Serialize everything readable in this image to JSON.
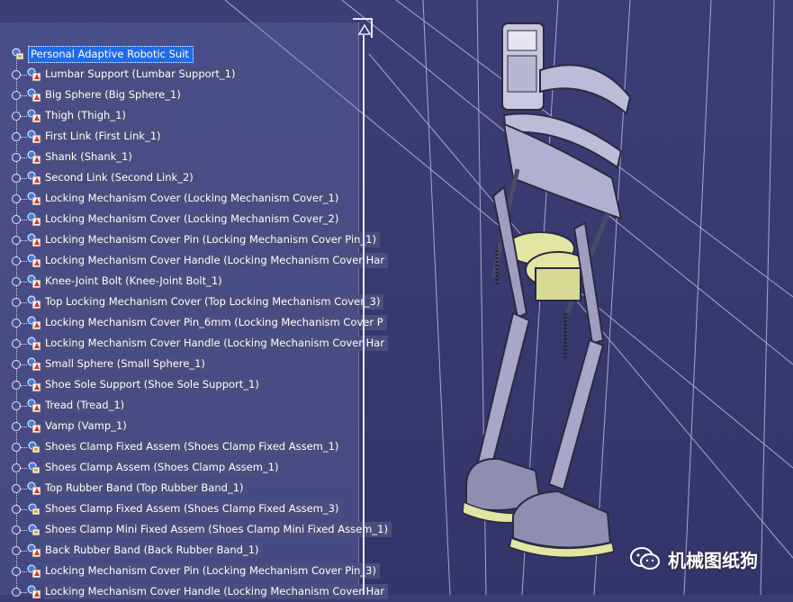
{
  "tree": {
    "root": {
      "label": "Personal Adaptive Robotic Suit",
      "icon": "product-icon"
    },
    "items": [
      {
        "label": "Lumbar Support (Lumbar Support_1)",
        "icon": "part-icon"
      },
      {
        "label": "Big Sphere (Big Sphere_1)",
        "icon": "part-icon"
      },
      {
        "label": "Thigh (Thigh_1)",
        "icon": "part-icon"
      },
      {
        "label": "First Link (First Link_1)",
        "icon": "part-icon"
      },
      {
        "label": "Shank (Shank_1)",
        "icon": "part-icon"
      },
      {
        "label": "Second Link (Second Link_2)",
        "icon": "part-icon"
      },
      {
        "label": "Locking Mechanism Cover (Locking Mechanism Cover_1)",
        "icon": "part-icon"
      },
      {
        "label": "Locking Mechanism Cover (Locking Mechanism Cover_2)",
        "icon": "part-icon"
      },
      {
        "label": "Locking Mechanism Cover Pin (Locking Mechanism Cover Pin_1)",
        "icon": "part-icon"
      },
      {
        "label": "Locking Mechanism Cover Handle (Locking Mechanism Cover Har",
        "icon": "part-icon"
      },
      {
        "label": "Knee-Joint Bolt (Knee-Joint Bolt_1)",
        "icon": "part-icon"
      },
      {
        "label": "Top Locking Mechanism Cover (Top Locking Mechanism Cover_3)",
        "icon": "part-icon"
      },
      {
        "label": "Locking Mechanism Cover Pin_6mm (Locking Mechanism Cover P",
        "icon": "part-icon"
      },
      {
        "label": "Locking Mechanism Cover Handle (Locking Mechanism Cover Har",
        "icon": "part-icon"
      },
      {
        "label": "Small Sphere (Small Sphere_1)",
        "icon": "part-icon"
      },
      {
        "label": "Shoe Sole Support (Shoe Sole Support_1)",
        "icon": "part-icon"
      },
      {
        "label": "Tread (Tread_1)",
        "icon": "part-icon"
      },
      {
        "label": "Vamp (Vamp_1)",
        "icon": "part-icon"
      },
      {
        "label": "Shoes Clamp Fixed Assem (Shoes Clamp Fixed Assem_1)",
        "icon": "product-icon"
      },
      {
        "label": "Shoes Clamp Assem (Shoes Clamp Assem_1)",
        "icon": "product-icon"
      },
      {
        "label": "Top Rubber Band (Top Rubber Band_1)",
        "icon": "part-icon"
      },
      {
        "label": "Shoes Clamp Fixed Assem (Shoes Clamp Fixed Assem_3)",
        "icon": "product-icon"
      },
      {
        "label": "Shoes Clamp Mini Fixed Assem (Shoes Clamp Mini Fixed Assem_1)",
        "icon": "product-icon"
      },
      {
        "label": "Back Rubber Band (Back Rubber Band_1)",
        "icon": "part-icon"
      },
      {
        "label": "Locking Mechanism Cover Pin (Locking Mechanism Cover Pin_3)",
        "icon": "part-icon"
      },
      {
        "label": "Locking Mechanism Cover Handle (Locking Mechanism Cover Har",
        "icon": "part-icon"
      }
    ]
  },
  "watermark": {
    "text": "机械图纸狗",
    "icon": "wechat-icon"
  },
  "colors": {
    "background": "#3a3c72",
    "selection": "#1f6ce8",
    "label_bg": "#4b4d7e",
    "model_metal": "#a9a7c8",
    "model_cups": "#e3e6a2"
  }
}
